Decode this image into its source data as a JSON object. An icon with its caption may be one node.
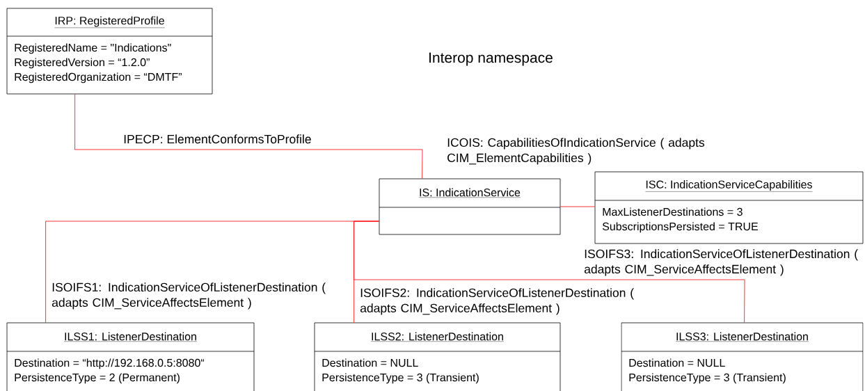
{
  "diagram": {
    "nodes": [
      {
        "text": [
          "IRP: RegisteredProfile",
          "RegisteredName = \"Indications\"",
          "RegisteredVersion = “1.2.0”",
          "RegisteredOrganization = “DMTF”"
        ]
      },
      {
        "text": [
          "IS: IndicationService"
        ]
      },
      {
        "text": [
          "ISC: IndicationServiceCapabilities",
          "MaxListenerDestinations = 3",
          "SubscriptionsPersisted = TRUE"
        ]
      },
      {
        "text": [
          "ILSS1: ListenerDestination",
          "Destination = “http://192.168.0.5:8080“",
          "PersistenceType = 2 (Permanent)"
        ]
      },
      {
        "text": [
          "ILSS2: ListenerDestination",
          "Destination = NULL",
          "PersistenceType = 3 (Transient)"
        ]
      },
      {
        "text": [
          "ILSS3: ListenerDestination",
          "Destination = NULL",
          "PersistenceType = 3 (Transient)"
        ]
      }
    ],
    "edges": [
      {
        "from": 0,
        "to": 1,
        "arrow": "none",
        "label": "IPECP: ElementConformsToProfile"
      },
      {
        "from": 1,
        "to": 2,
        "arrow": "none",
        "label": "ICOIS: CapabilitiesOfIndicationService ( adapts CIM_ElementCapabilities )"
      },
      {
        "from": 1,
        "to": 3,
        "arrow": "none",
        "label": "ISOIFS1: IndicationServiceOfListenerDestination ( adapts CIM_ServiceAffectsElement )"
      },
      {
        "from": 1,
        "to": 4,
        "arrow": "none",
        "label": "ISOIFS2: IndicationServiceOfListenerDestination ( adapts CIM_ServiceAffectsElement )"
      },
      {
        "from": 1,
        "to": 5,
        "arrow": "none",
        "label": "ISOIFS3: IndicationServiceOfListenerDestination ( adapts CIM_ServiceAffectsElement )"
      }
    ],
    "labels": [
      "Interop namespace"
    ]
  }
}
